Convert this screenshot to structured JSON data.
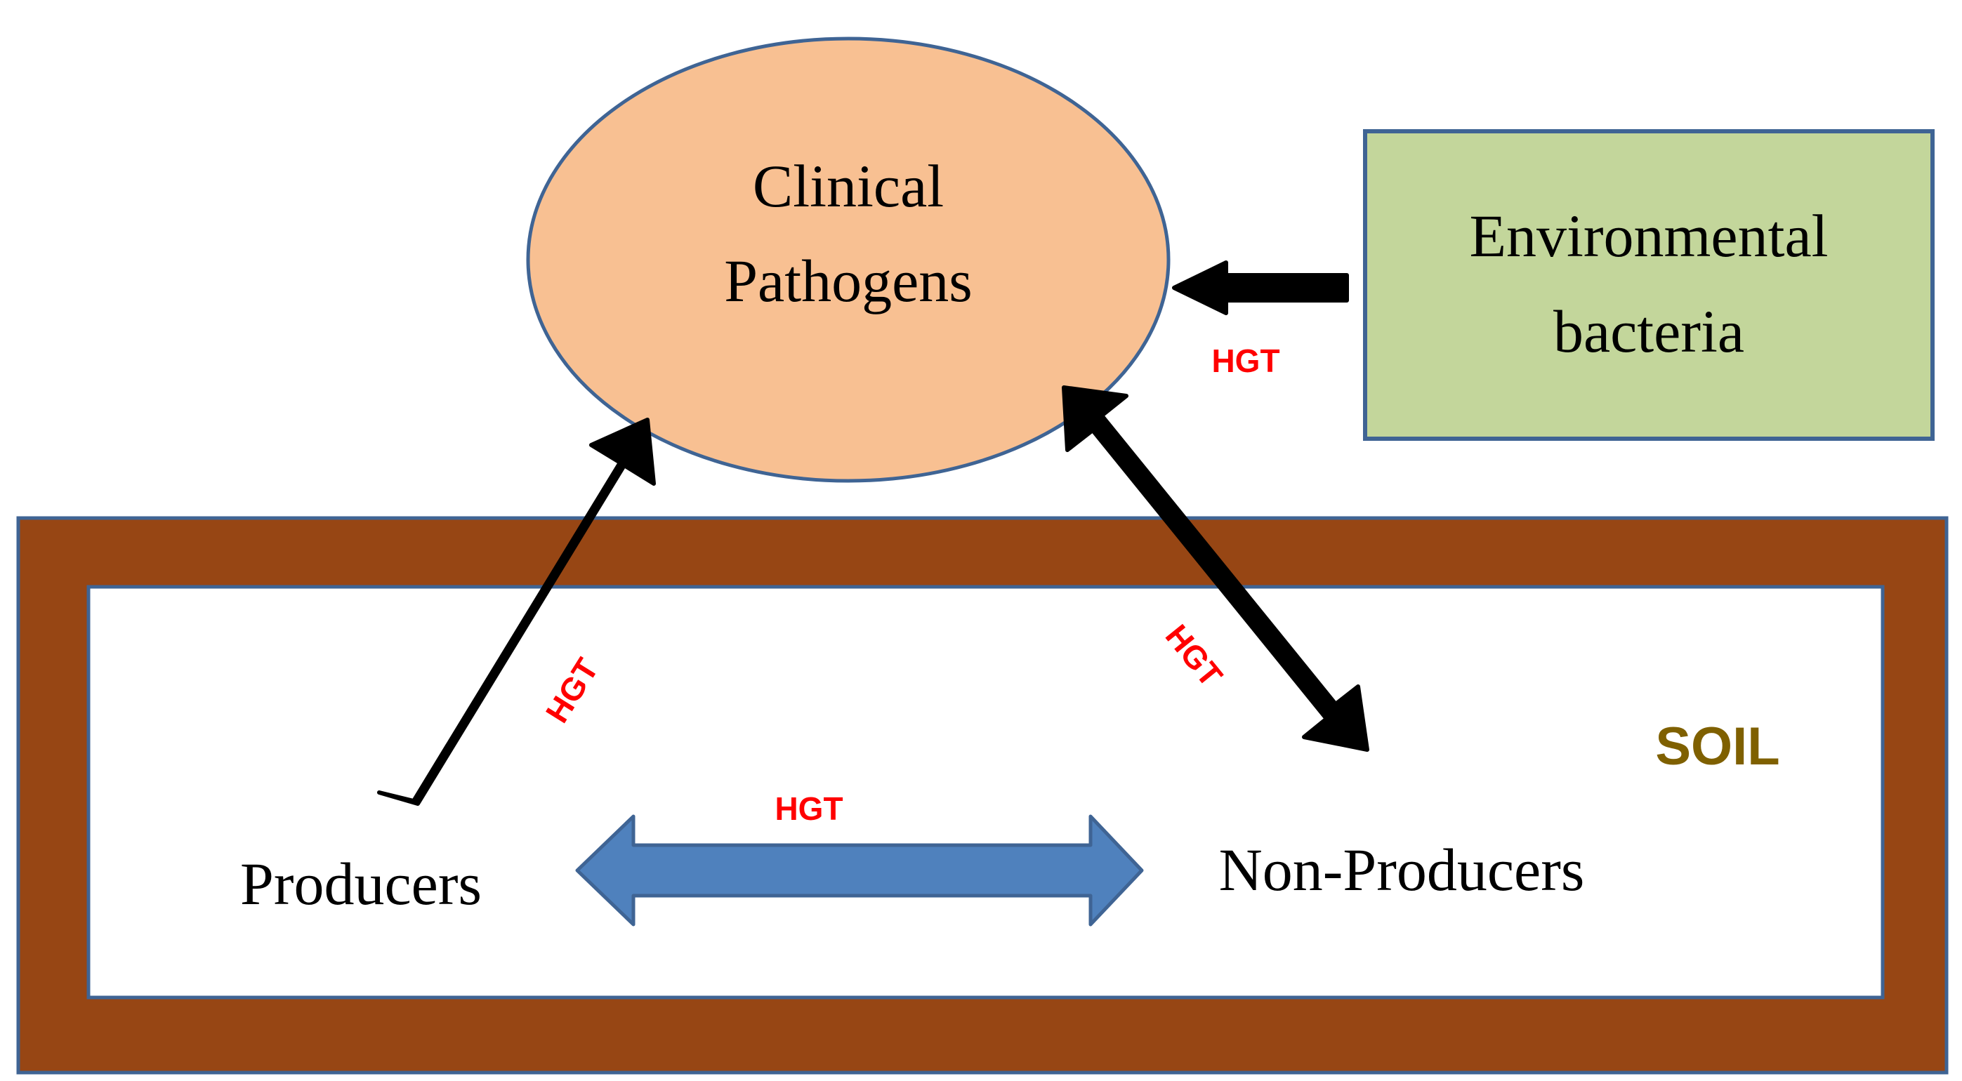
{
  "nodes": {
    "clinical": {
      "line1": "Clinical",
      "line2": "Pathogens"
    },
    "environmental": {
      "line1": "Environmental",
      "line2": "bacteria"
    },
    "producers": {
      "label": "Producers"
    },
    "non_producers": {
      "label": "Non-Producers"
    },
    "soil": {
      "label": "SOIL"
    }
  },
  "edges": {
    "env_to_clinical": {
      "label": "HGT"
    },
    "producers_to_clinical": {
      "label": "HGT"
    },
    "clinical_nonproducers": {
      "label": "HGT"
    },
    "producers_nonproducers": {
      "label": "HGT"
    }
  },
  "colors": {
    "soil_brown": "#974614",
    "border_blue": "#3f6494",
    "ellipse_fill": "#f8c092",
    "env_fill": "#c3d69b",
    "double_arrow_fill": "#4f81bd",
    "hgt_red": "#ff0000",
    "soil_text": "#7f6000",
    "arrow_black": "#000000"
  }
}
